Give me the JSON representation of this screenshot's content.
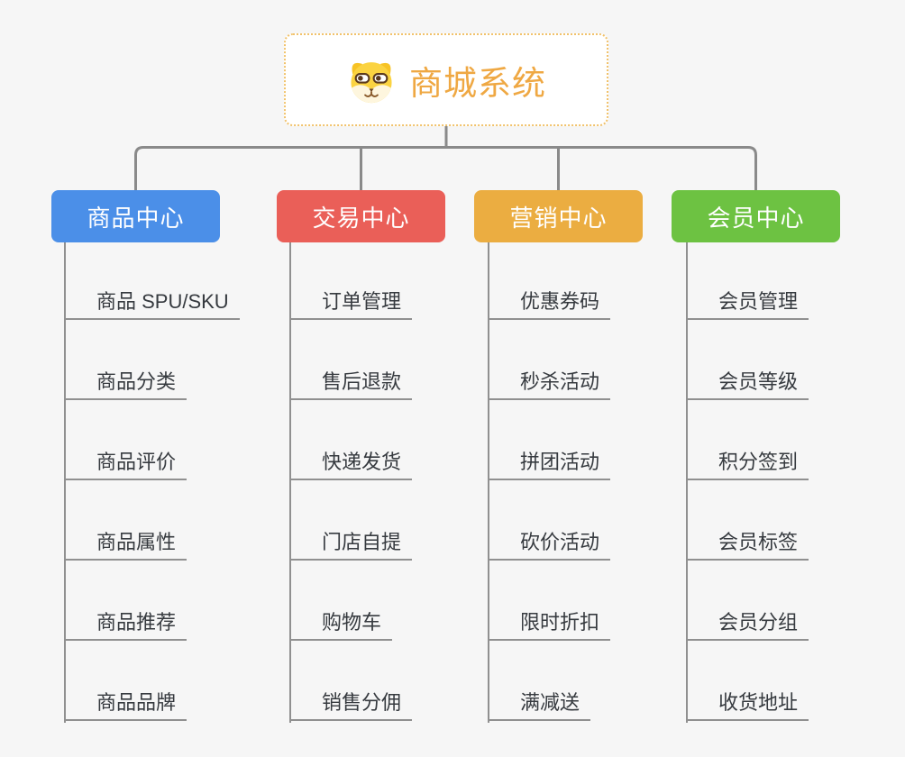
{
  "root": {
    "title": "商城系统",
    "icon": "dog-face-icon",
    "text_color": "#EFA843",
    "border_color": "#F1C26B"
  },
  "connector_color": "#8A8A8A",
  "background_color": "#F6F6F6",
  "branches": [
    {
      "label": "商品中心",
      "color": "#4B8FE8",
      "children": [
        "商品 SPU/SKU",
        "商品分类",
        "商品评价",
        "商品属性",
        "商品推荐",
        "商品品牌"
      ]
    },
    {
      "label": "交易中心",
      "color": "#EA5F58",
      "children": [
        "订单管理",
        "售后退款",
        "快递发货",
        "门店自提",
        "购物车",
        "销售分佣"
      ]
    },
    {
      "label": "营销中心",
      "color": "#EBAD41",
      "children": [
        "优惠券码",
        "秒杀活动",
        "拼团活动",
        "砍价活动",
        "限时折扣",
        "满减送"
      ]
    },
    {
      "label": "会员中心",
      "color": "#6DC242",
      "children": [
        "会员管理",
        "会员等级",
        "积分签到",
        "会员标签",
        "会员分组",
        "收货地址"
      ]
    }
  ]
}
